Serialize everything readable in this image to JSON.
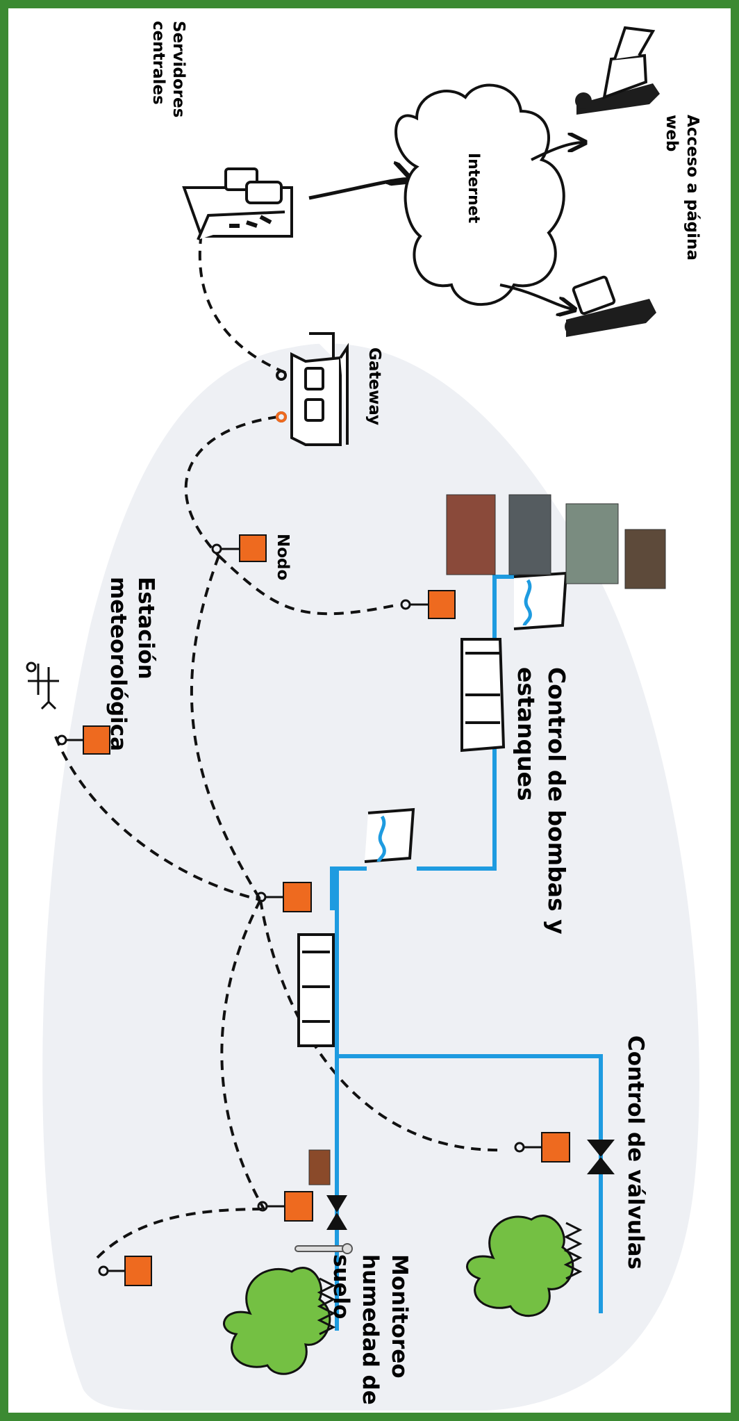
{
  "colors": {
    "border_green": "#3b8a32",
    "background": "#ffffff",
    "network_zone": "#eef0f4",
    "node_orange": "#ee6a1f",
    "water_blue": "#1e9be0",
    "tree_green": "#74c043",
    "ink": "#111111"
  },
  "labels": {
    "servidores": [
      "Servidores",
      "centrales"
    ],
    "internet": "Internet",
    "acceso_web": [
      "Acceso a página",
      "web"
    ],
    "gateway": "Gateway",
    "nodo": "Nodo",
    "estacion": [
      "Estación",
      "meteorológica"
    ],
    "bombas": [
      "Control de bombas y",
      "estanques"
    ],
    "valvulas": "Control de válvulas",
    "humedad": [
      "Monitoreo",
      "humedad de",
      "suelo"
    ]
  }
}
